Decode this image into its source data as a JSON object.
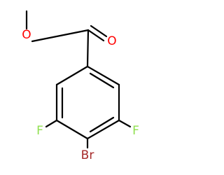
{
  "molecule": {
    "atoms": {
      "oxygen_ester": {
        "symbol": "O",
        "color": "#ff0000"
      },
      "oxygen_carbonyl": {
        "symbol": "O",
        "color": "#ff0000"
      },
      "fluorine_left": {
        "symbol": "F",
        "color": "#90e050"
      },
      "fluorine_right": {
        "symbol": "F",
        "color": "#90e050"
      },
      "bromine": {
        "symbol": "Br",
        "color": "#a62929"
      }
    },
    "bond_color": "#000000"
  }
}
